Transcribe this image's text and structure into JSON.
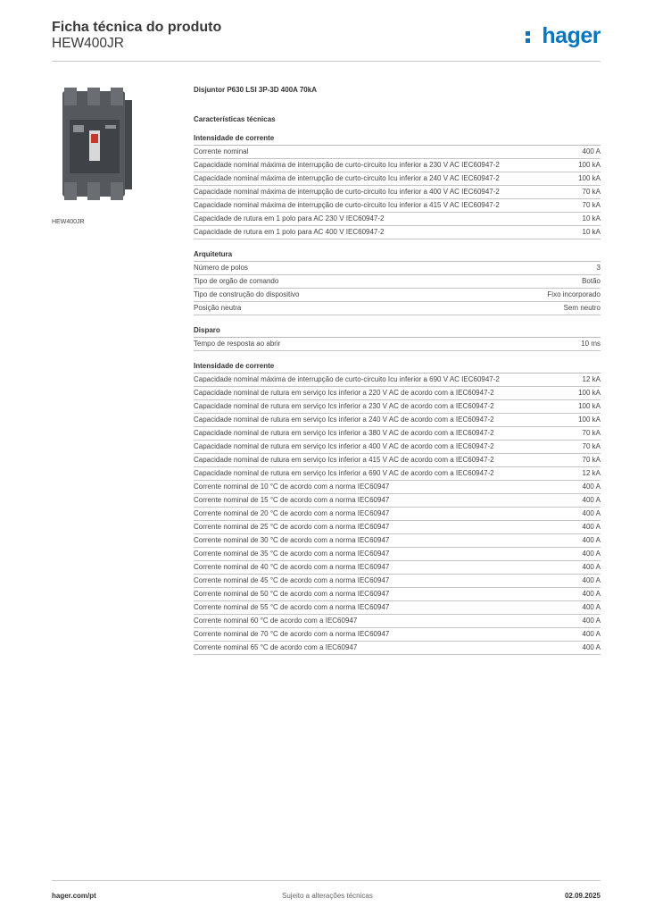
{
  "header": {
    "title": "Ficha técnica do produto",
    "subtitle": "HEW400JR",
    "logo_text": "hager",
    "brand_color": "#0b76c0"
  },
  "product": {
    "image_icon": "circuit-breaker-icon",
    "caption": "HEW400JR"
  },
  "content": {
    "product_name": "Disjuntor P630 LSI 3P-3D 400A 70kA",
    "section_title": "Características técnicas",
    "groups": [
      {
        "title": "Intensidade de corrente",
        "rows": [
          {
            "label": "Corrente nominal",
            "value": "400 A"
          },
          {
            "label": "Capacidade nominal máxima de interrupção de curto-circuito Icu inferior a 230 V AC IEC60947-2",
            "value": "100 kA"
          },
          {
            "label": "Capacidade nominal máxima de interrupção de curto-circuito Icu inferior a 240 V AC IEC60947-2",
            "value": "100 kA"
          },
          {
            "label": "Capacidade nominal máxima de interrupção de curto-circuito Icu inferior a 400 V AC IEC60947-2",
            "value": "70 kA"
          },
          {
            "label": "Capacidade nominal máxima de interrupção de curto-circuito Icu inferior a 415 V AC IEC60947-2",
            "value": "70 kA"
          },
          {
            "label": "Capacidade de rutura em 1 polo para AC 230 V IEC60947-2",
            "value": "10 kA"
          },
          {
            "label": "Capacidade de rutura em 1 polo para AC 400 V IEC60947-2",
            "value": "10 kA"
          }
        ]
      },
      {
        "title": "Arquitetura",
        "rows": [
          {
            "label": "Número de polos",
            "value": "3"
          },
          {
            "label": "Tipo de orgão de comando",
            "value": "Botão"
          },
          {
            "label": "Tipo de construção do dispositivo",
            "value": "Fixo incorporado"
          },
          {
            "label": "Posição neutra",
            "value": "Sem neutro"
          }
        ]
      },
      {
        "title": "Disparo",
        "rows": [
          {
            "label": "Tempo de resposta ao abrir",
            "value": "10 ms"
          }
        ]
      },
      {
        "title": "Intensidade de corrente",
        "rows": [
          {
            "label": "Capacidade nominal máxima de interrupção de curto-circuito Icu inferior a 690 V AC IEC60947-2",
            "value": "12 kA"
          },
          {
            "label": "Capacidade nominal de rutura em serviço Ics inferior a 220 V AC de acordo com a IEC60947-2",
            "value": "100 kA"
          },
          {
            "label": "Capacidade nominal de rutura em serviço Ics inferior a 230 V AC de acordo com a IEC60947-2",
            "value": "100 kA"
          },
          {
            "label": "Capacidade nominal de rutura em serviço Ics inferior a 240 V AC de acordo com a IEC60947-2",
            "value": "100 kA"
          },
          {
            "label": "Capacidade nominal de rutura em serviço Ics inferior a 380 V AC de acordo com a IEC60947-2",
            "value": "70 kA"
          },
          {
            "label": "Capacidade nominal de rutura em serviço Ics inferior a 400 V AC de acordo com a IEC60947-2",
            "value": "70 kA"
          },
          {
            "label": "Capacidade nominal de rutura em serviço Ics inferior a 415 V AC de acordo com a IEC60947-2",
            "value": "70 kA"
          },
          {
            "label": "Capacidade nominal de rutura em serviço Ics inferior a 690 V AC de acordo com a IEC60947-2",
            "value": "12 kA"
          },
          {
            "label": "Corrente nominal de 10 °C de acordo com a norma IEC60947",
            "value": "400 A"
          },
          {
            "label": "Corrente nominal de 15 °C de acordo com a norma IEC60947",
            "value": "400 A"
          },
          {
            "label": "Corrente nominal de 20 °C de acordo com a norma IEC60947",
            "value": "400 A"
          },
          {
            "label": "Corrente nominal de 25 °C de acordo com a norma IEC60947",
            "value": "400 A"
          },
          {
            "label": "Corrente nominal de 30 °C de acordo com a norma IEC60947",
            "value": "400 A"
          },
          {
            "label": "Corrente nominal de 35 °C de acordo com a norma IEC60947",
            "value": "400 A"
          },
          {
            "label": "Corrente nominal de 40 °C de acordo com a norma IEC60947",
            "value": "400 A"
          },
          {
            "label": "Corrente nominal de 45 °C de acordo com a norma IEC60947",
            "value": "400 A"
          },
          {
            "label": "Corrente nominal de 50 °C de acordo com a norma IEC60947",
            "value": "400 A"
          },
          {
            "label": "Corrente nominal de 55 °C de acordo com a norma IEC60947",
            "value": "400 A"
          },
          {
            "label": "Corrente nominal 60 °C de acordo com a IEC60947",
            "value": "400 A"
          },
          {
            "label": "Corrente nominal de 70 °C de acordo com a norma IEC60947",
            "value": "400 A"
          },
          {
            "label": "Corrente nominal 65 °C de acordo com a IEC60947",
            "value": "400 A"
          }
        ]
      }
    ]
  },
  "footer": {
    "website": "hager.com/pt",
    "notice": "Sujeito a alterações técnicas",
    "date": "02.09.2025"
  }
}
